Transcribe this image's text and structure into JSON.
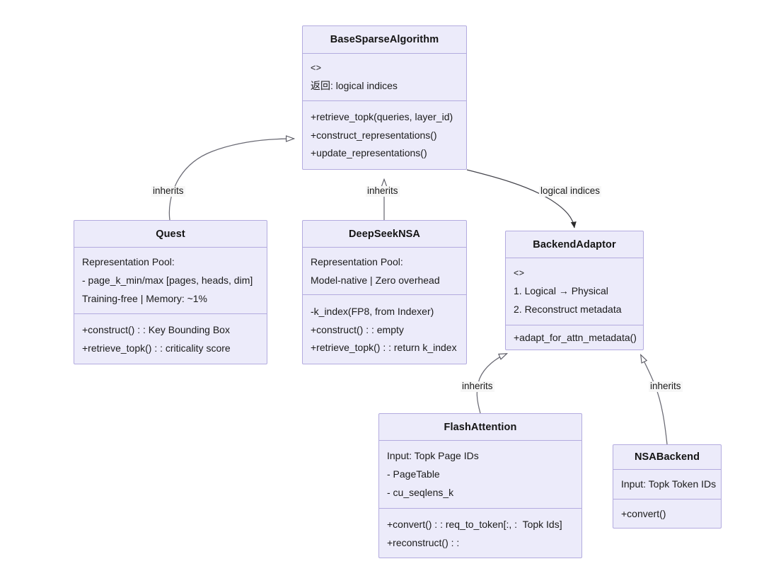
{
  "diagram": {
    "type": "uml-class-diagram",
    "background_color": "#ffffff",
    "box_fill_color": "#ecebfa",
    "box_border_color": "#b3abdf",
    "text_color": "#1b1b1b"
  },
  "classes": {
    "base_sparse_algorithm": {
      "name": "BaseSparseAlgorithm",
      "attributes": [
        "<>",
        "返回: logical indices"
      ],
      "methods": [
        "+retrieve_topk(queries, layer_id)",
        "+construct_representations()",
        "+update_representations()"
      ]
    },
    "quest": {
      "name": "Quest",
      "attributes": [
        "Representation Pool:",
        "- page_k_min/max [pages, heads, dim]",
        "Training-free | Memory: ~1%"
      ],
      "methods": [
        "+construct() : : Key Bounding Box",
        "+retrieve_topk() : : criticality score"
      ]
    },
    "deepseek_nsa": {
      "name": "DeepSeekNSA",
      "attributes": [
        "Representation Pool:",
        "Model-native | Zero overhead"
      ],
      "methods": [
        "-k_index(FP8, from Indexer)",
        "+construct() : : empty",
        "+retrieve_topk() : : return k_index"
      ]
    },
    "backend_adaptor": {
      "name": "BackendAdaptor",
      "attributes": [
        "<>",
        "1. Logical → Physical",
        "2. Reconstruct metadata"
      ],
      "methods": [
        "+adapt_for_attn_metadata()"
      ]
    },
    "flash_attention": {
      "name": "FlashAttention",
      "attributes": [
        "Input: Topk Page IDs",
        "- PageTable",
        "- cu_seqlens_k"
      ],
      "methods": [
        "+convert() : : req_to_token[:, :  Topk Ids]",
        "+reconstruct() : :"
      ]
    },
    "nsa_backend": {
      "name": "NSABackend",
      "attributes": [
        "Input: Topk Token IDs"
      ],
      "methods": [
        "+convert()"
      ]
    }
  },
  "edges": [
    {
      "id": "quest-inherits",
      "label": "inherits",
      "from": "Quest",
      "to": "BaseSparseAlgorithm",
      "arrow": "hollow-triangle"
    },
    {
      "id": "nsa-inherits",
      "label": "inherits",
      "from": "DeepSeekNSA",
      "to": "BaseSparseAlgorithm",
      "arrow": "hollow-triangle"
    },
    {
      "id": "logical-indices",
      "label": "logical indices",
      "from": "BaseSparseAlgorithm",
      "to": "BackendAdaptor",
      "arrow": "solid-arrow"
    },
    {
      "id": "flash-inherits",
      "label": "inherits",
      "from": "FlashAttention",
      "to": "BackendAdaptor",
      "arrow": "hollow-triangle"
    },
    {
      "id": "nsaback-inherits",
      "label": "inherits",
      "from": "NSABackend",
      "to": "BackendAdaptor",
      "arrow": "hollow-triangle"
    }
  ]
}
